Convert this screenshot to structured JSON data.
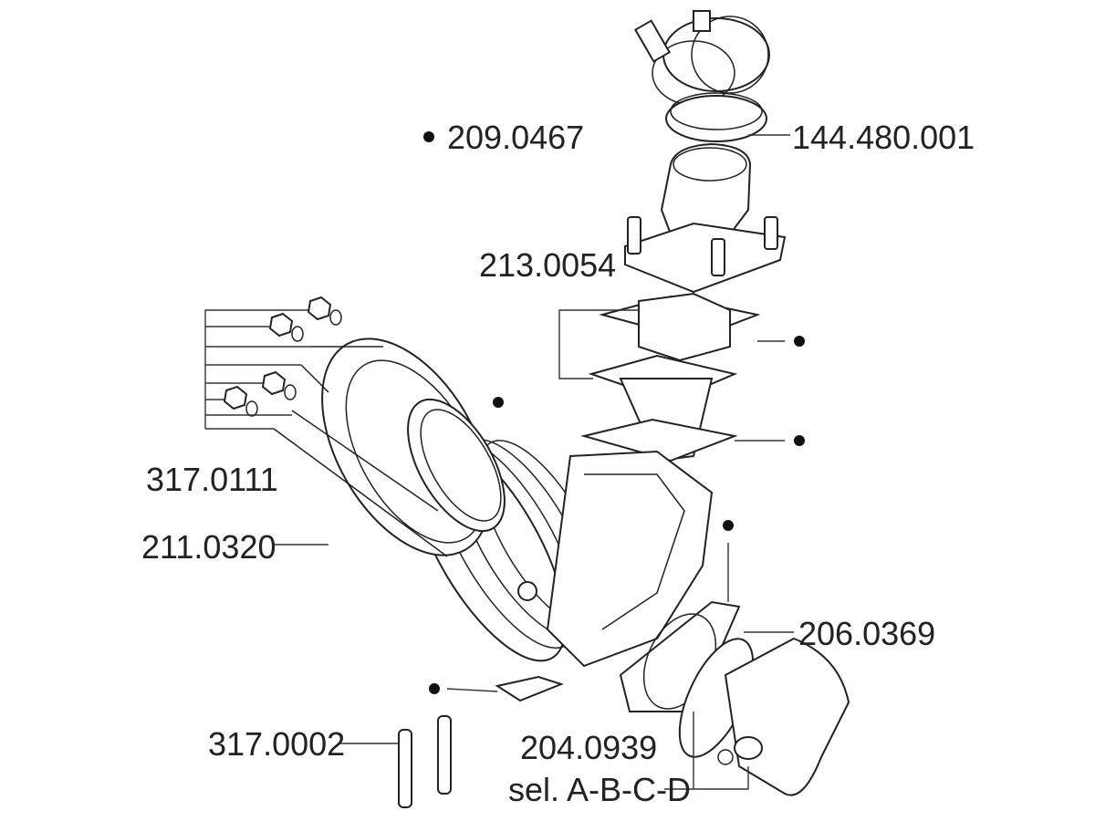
{
  "diagram": {
    "labels": {
      "reed_part": "209.0467",
      "intake_manifold": "144.480.001",
      "reed_valve": "213.0054",
      "studs_nuts": "317.0111",
      "cylinder_head": "211.0320",
      "head_gasket": "206.0369",
      "base_gasket": "204.0939",
      "base_gasket_sel": "sel. A-B-C-D",
      "dowel_pins": "317.0002"
    },
    "colors": {
      "line": "#222222",
      "background": "#ffffff"
    }
  }
}
